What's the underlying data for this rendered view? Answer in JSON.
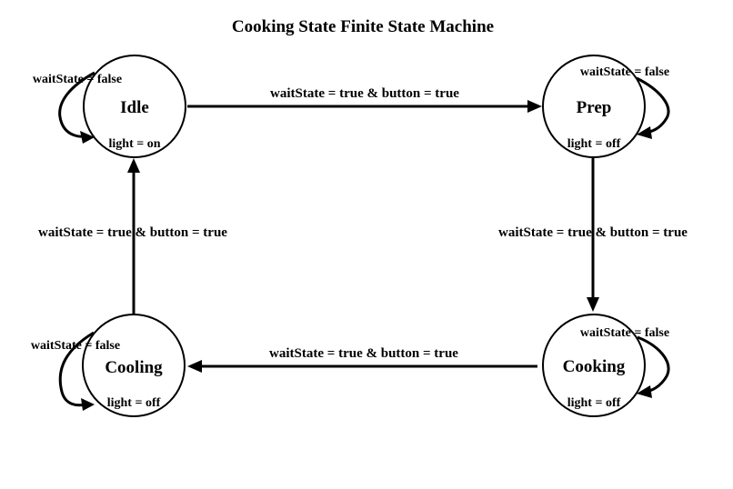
{
  "title": "Cooking State Finite State Machine",
  "states": {
    "idle": {
      "name": "Idle",
      "output": "light = on"
    },
    "prep": {
      "name": "Prep",
      "output": "light = off"
    },
    "cooking": {
      "name": "Cooking",
      "output": "light = off"
    },
    "cooling": {
      "name": "Cooling",
      "output": "light = off"
    }
  },
  "self_loops": {
    "idle": "waitState = false",
    "prep": "waitState = false",
    "cooking": "waitState = false",
    "cooling": "waitState = false"
  },
  "transitions": {
    "idle_to_prep": "waitState = true & button = true",
    "prep_to_cooking": "waitState = true & button = true",
    "cooking_to_cooling": "waitState = true & button = true",
    "cooling_to_idle": "waitState = true & button = true"
  },
  "colors": {
    "background": "#ffffff",
    "stroke": "#000000",
    "text": "#000000"
  }
}
